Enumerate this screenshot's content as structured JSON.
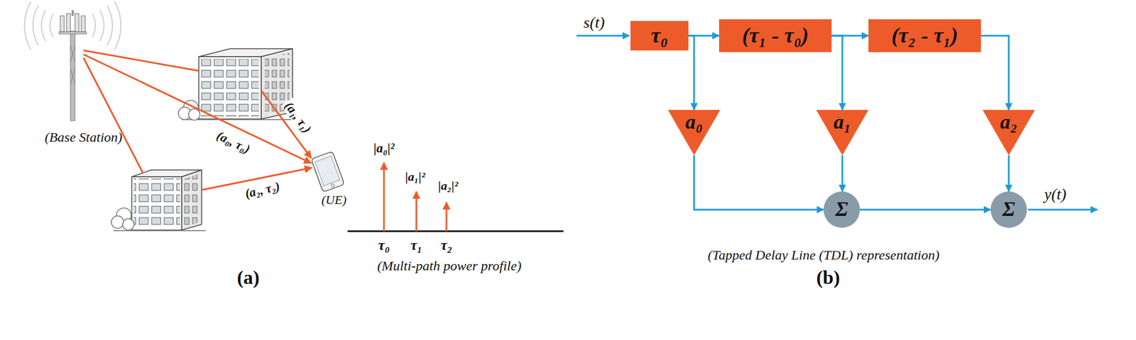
{
  "diagram": {
    "nodes": [
      {
        "text": [
          "τ₀"
        ]
      },
      {
        "text": [
          "(τ₁ - τ₀)"
        ]
      },
      {
        "text": [
          "(τ₂ - τ₁)"
        ]
      },
      {
        "text": [
          "a₀"
        ]
      },
      {
        "text": [
          "a₁"
        ]
      },
      {
        "text": [
          "a₂"
        ]
      },
      {
        "text": [
          "Σ"
        ]
      },
      {
        "text": [
          "Σ"
        ]
      }
    ],
    "edges": [
      {
        "from": 0,
        "to": 1,
        "arrow": "to"
      },
      {
        "from": 1,
        "to": 2,
        "arrow": "to"
      },
      {
        "from": 0,
        "to": 3,
        "arrow": "to"
      },
      {
        "from": 1,
        "to": 4,
        "arrow": "to"
      },
      {
        "from": 2,
        "to": 5,
        "arrow": "to"
      },
      {
        "from": 3,
        "to": 6,
        "arrow": "to"
      },
      {
        "from": 4,
        "to": 6,
        "arrow": "to"
      },
      {
        "from": 6,
        "to": 7,
        "arrow": "to"
      },
      {
        "from": 5,
        "to": 7,
        "arrow": "to"
      }
    ],
    "labels": [
      "(Base Station)",
      "(a₁, τ₁)",
      "(a₀, τ₀)",
      "(a₂, τ₂)",
      "(UE)",
      "|a₀|²",
      "|a₁|²",
      "|a₂|²",
      "τ₀",
      "τ₁",
      "τ₂",
      "(Multi-path power profile)",
      "(a)",
      "s(t)",
      "y(t)",
      "(Tapped Delay Line (TDL) representation)",
      "(b)"
    ]
  }
}
